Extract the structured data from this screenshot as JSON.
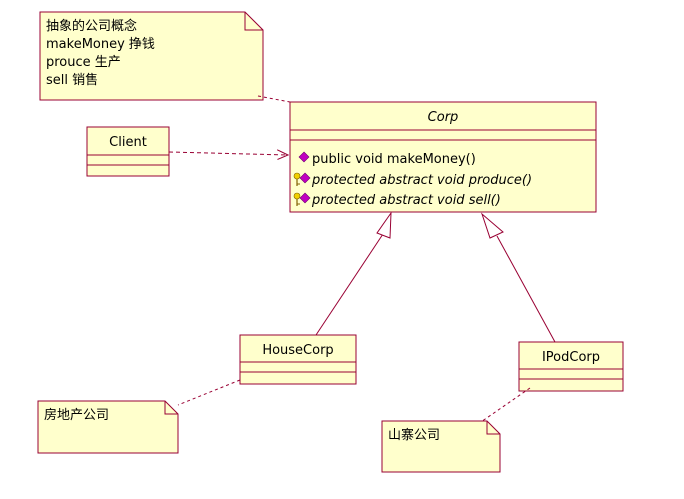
{
  "colors": {
    "box_fill": "#FFFFCC",
    "box_border": "#990033",
    "connector": "#990033",
    "public_icon": "#C000C0",
    "protected_key": "#C8A000"
  },
  "note_abstract": {
    "lines": [
      "抽象的公司概念",
      "makeMoney 挣钱",
      "prouce 生产",
      "sell 销售"
    ]
  },
  "corp": {
    "name": "Corp",
    "name_italic": true,
    "methods": [
      {
        "text": "public void makeMoney()",
        "visibility": "public",
        "icon": "public-method-icon",
        "italic": false
      },
      {
        "text": "protected abstract void produce()",
        "visibility": "protected",
        "icon": "protected-key-icon",
        "italic": true
      },
      {
        "text": "protected abstract void sell()",
        "visibility": "protected",
        "icon": "protected-key-icon",
        "italic": true
      }
    ]
  },
  "client": {
    "name": "Client"
  },
  "house_corp": {
    "name": "HouseCorp"
  },
  "ipod_corp": {
    "name": "IPodCorp"
  },
  "note_house": {
    "text": "房地产公司"
  },
  "note_ipod": {
    "text": "山寨公司"
  }
}
